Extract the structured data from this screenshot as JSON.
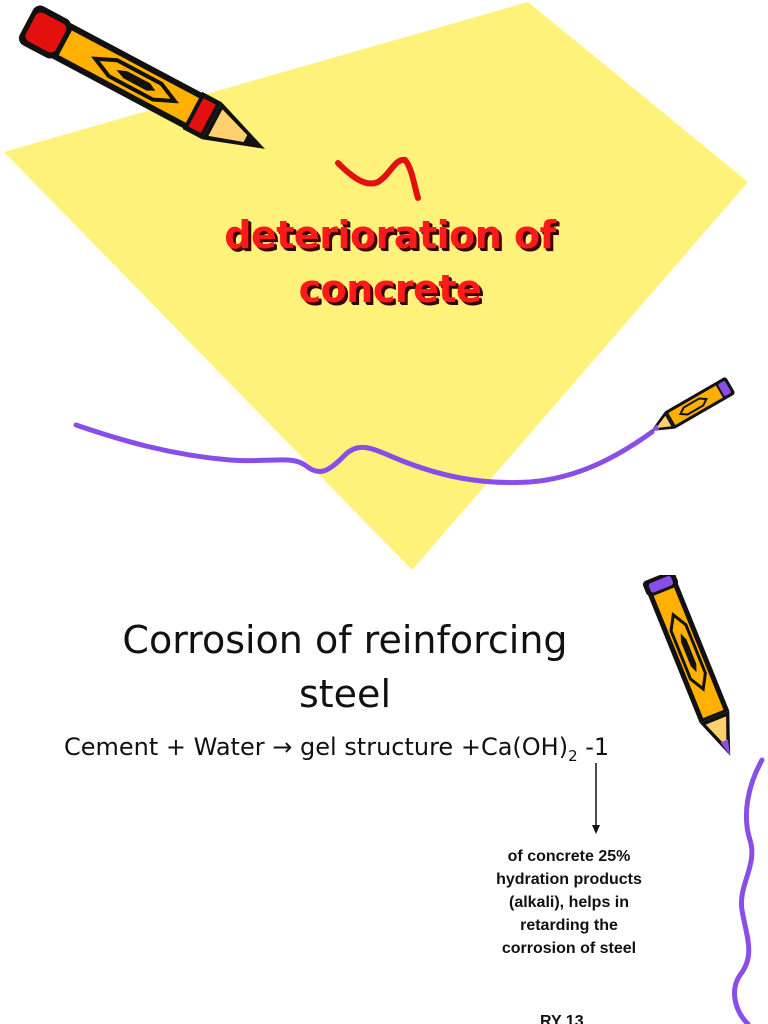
{
  "slide1": {
    "title_line1": "deterioration of",
    "title_line2": "concrete",
    "decorations": [
      "yellow-diamond-shape",
      "large-pencil-icon",
      "small-pencil-icon",
      "purple-squiggle-line",
      "red-squiggle-line"
    ]
  },
  "slide2": {
    "heading_line1": "Corrosion of reinforcing",
    "heading_line2": "steel",
    "equation": {
      "lhs": "Cement + Water",
      "arrow": "→",
      "rhs": " gel structure +Ca(OH)",
      "subscript": "2",
      "suffix": " -1"
    },
    "note": "of concrete 25% hydration products (alkali), helps in retarding the corrosion of steel",
    "footer_partial": "RY 13",
    "decorations": [
      "vertical-pencil-icon",
      "purple-wavy-line",
      "down-arrow"
    ]
  },
  "colors": {
    "diamond": "#fff27a",
    "title": "#ff1a1a",
    "pencil_body": "#ffb000",
    "pencil_red": "#e41010",
    "squiggle_purple": "#8a4ee8"
  }
}
